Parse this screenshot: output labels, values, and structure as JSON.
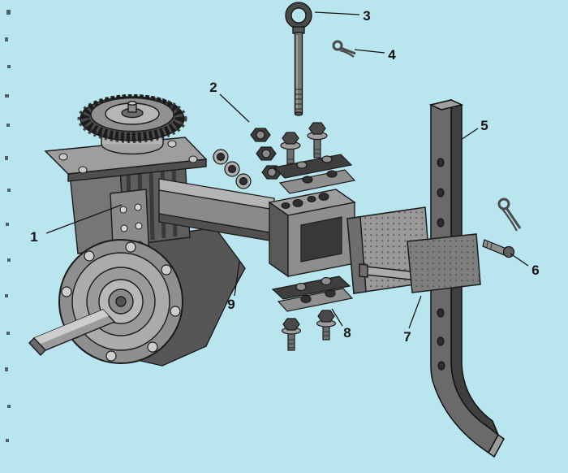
{
  "diagram": {
    "type": "exploded-parts-diagram",
    "colors": {
      "background": "#b9e6ee",
      "outline": "#151515",
      "metal_dark": "#3e3e3e",
      "metal_mid": "#8f8f8f",
      "metal_light": "#c9c9c9"
    },
    "callouts": [
      {
        "label": "1",
        "part": "gearbox-assembly"
      },
      {
        "label": "2",
        "part": "hex-nuts-and-washers"
      },
      {
        "label": "3",
        "part": "eye-bolt"
      },
      {
        "label": "4",
        "part": "hairpin-cotter"
      },
      {
        "label": "5",
        "part": "shank-bar"
      },
      {
        "label": "6",
        "part": "clevis-pin-with-cotter"
      },
      {
        "label": "7",
        "part": "shank-clamp"
      },
      {
        "label": "8",
        "part": "clamp-plate-with-bolts"
      },
      {
        "label": "9",
        "part": "mounting-bracket-arm"
      }
    ]
  }
}
